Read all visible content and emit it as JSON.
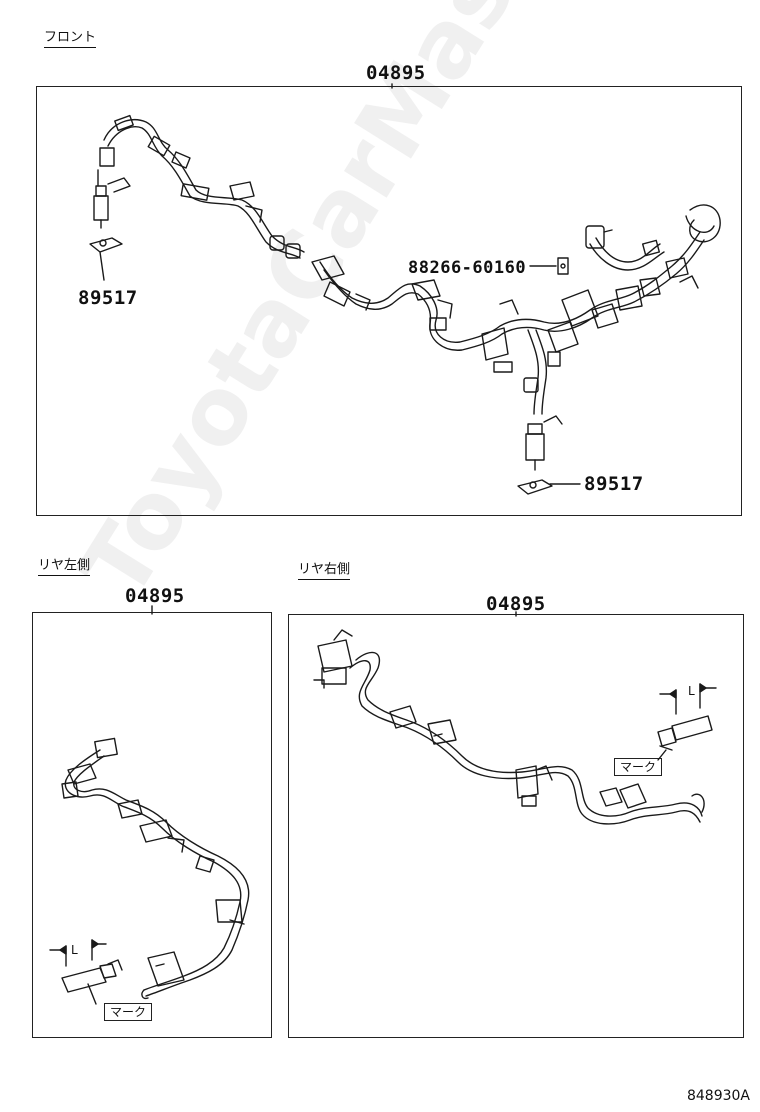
{
  "sections": {
    "front": {
      "label": "フロント",
      "assembly_part": "04895",
      "callouts": [
        {
          "part": "88266-60160"
        },
        {
          "part": "89517"
        },
        {
          "part": "89517"
        }
      ]
    },
    "rear_left": {
      "label": "リヤ左側",
      "assembly_part": "04895",
      "mark_label": "マーク",
      "dimension_label": "L"
    },
    "rear_right": {
      "label": "リヤ右側",
      "assembly_part": "04895",
      "mark_label": "マーク",
      "dimension_label": "L"
    }
  },
  "watermark": "ToyotaCarMasterparts.ru",
  "diagram_code": "848930A"
}
